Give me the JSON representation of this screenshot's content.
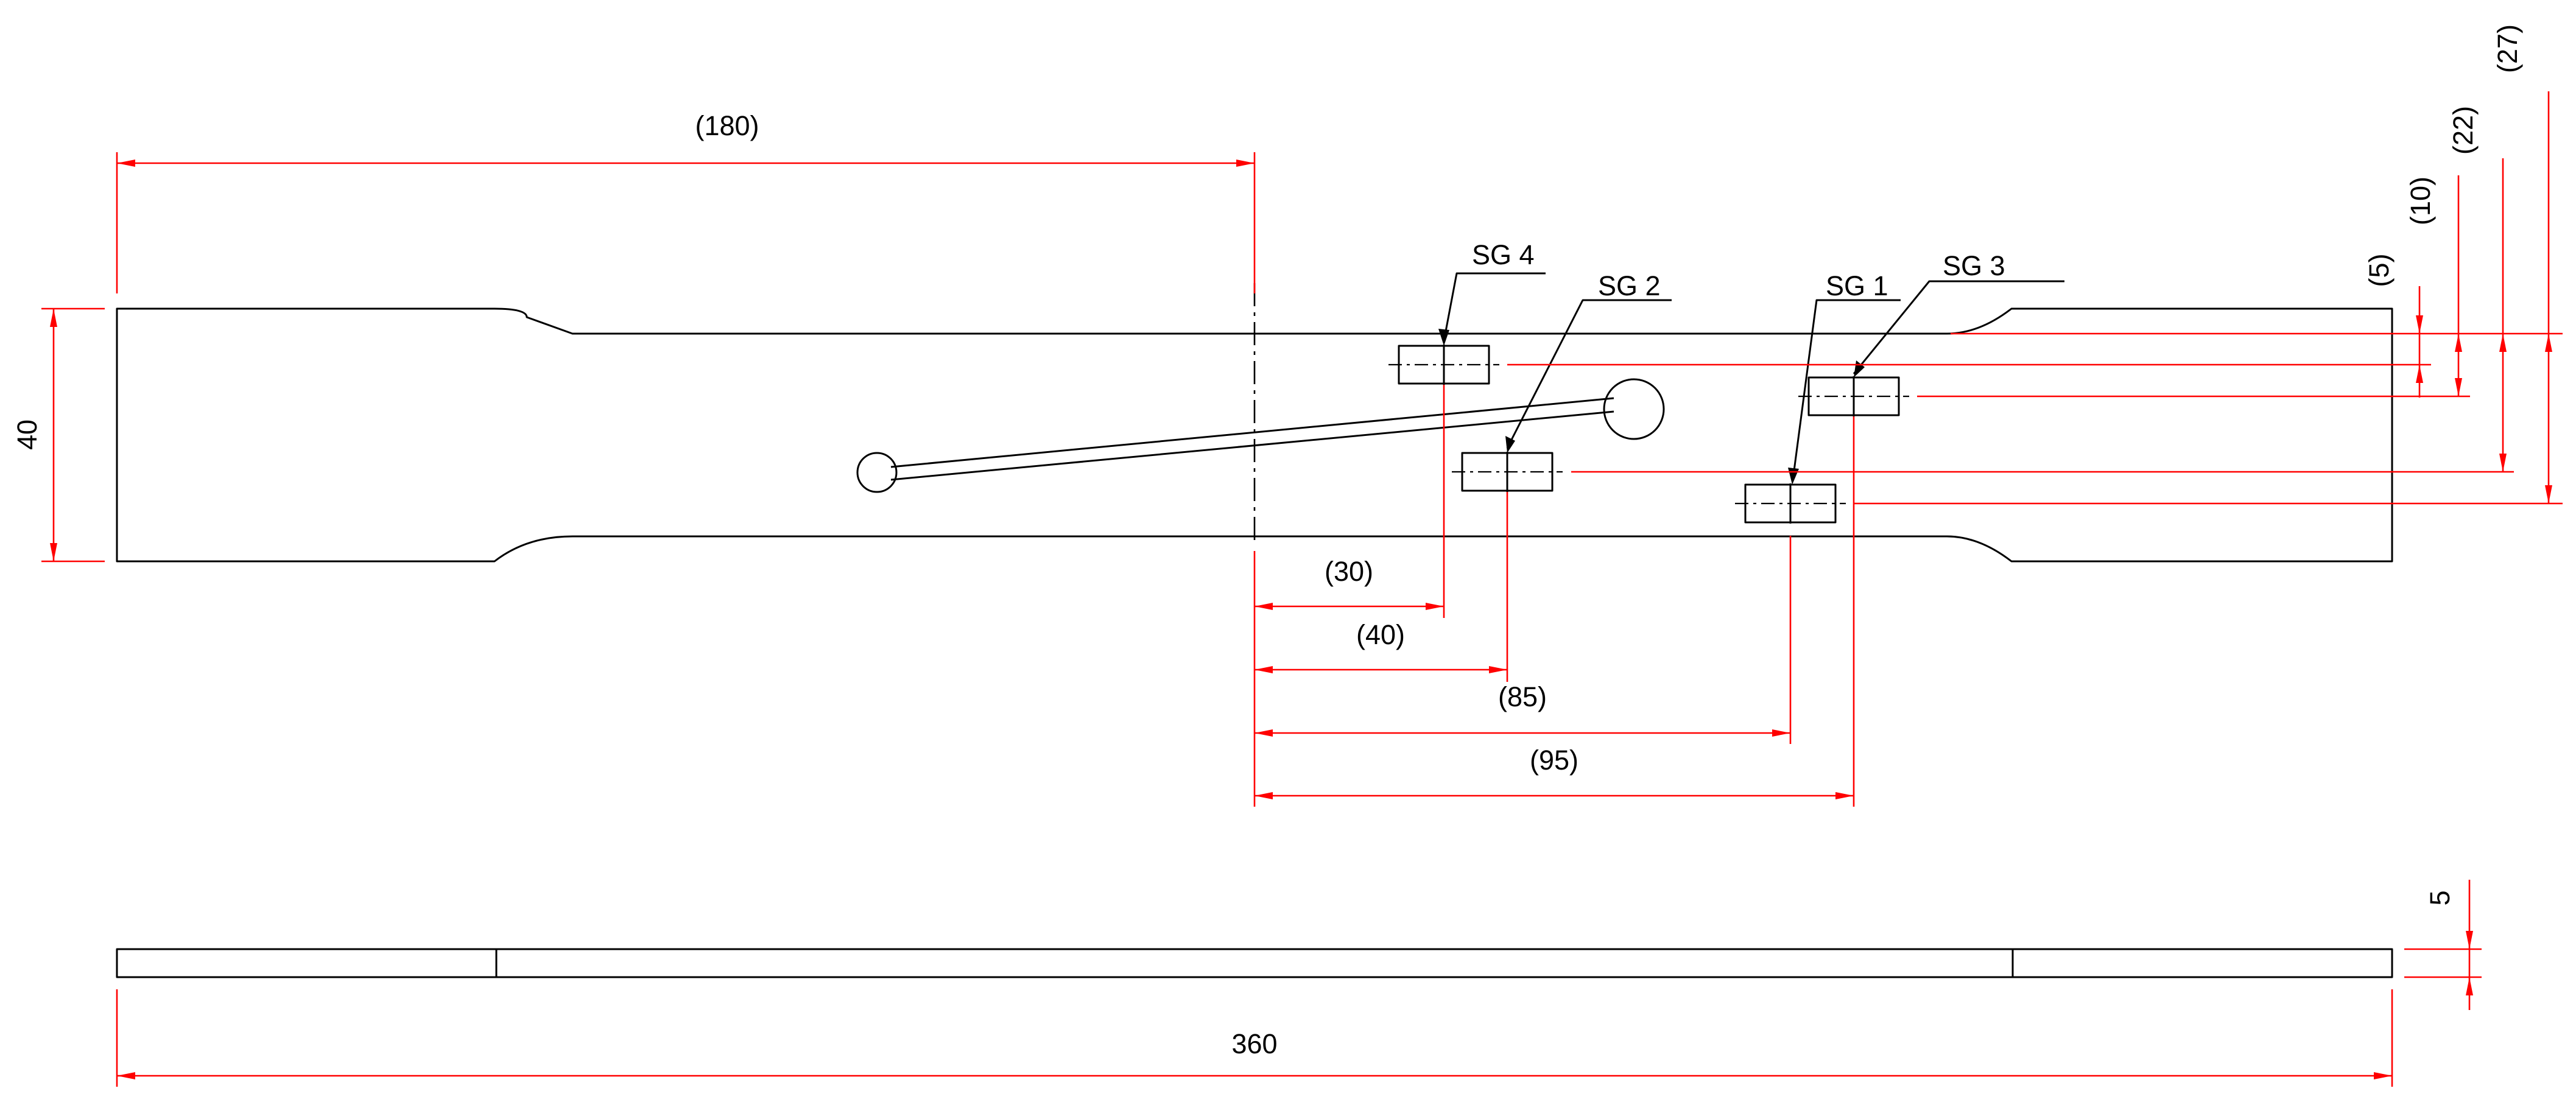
{
  "colors": {
    "outline": "#000000",
    "dimension": "#ff0000",
    "background": "#ffffff"
  },
  "dimensions": {
    "half_length": "(180)",
    "width": "40",
    "total_length": "360",
    "thickness": "5",
    "gauge_x": [
      "(30)",
      "(40)",
      "(85)",
      "(95)"
    ],
    "gauge_y": [
      "(5)",
      "(10)",
      "(22)",
      "(27)"
    ]
  },
  "gauges": {
    "sg1": "SG 1",
    "sg2": "SG 2",
    "sg3": "SG 3",
    "sg4": "SG 4"
  }
}
